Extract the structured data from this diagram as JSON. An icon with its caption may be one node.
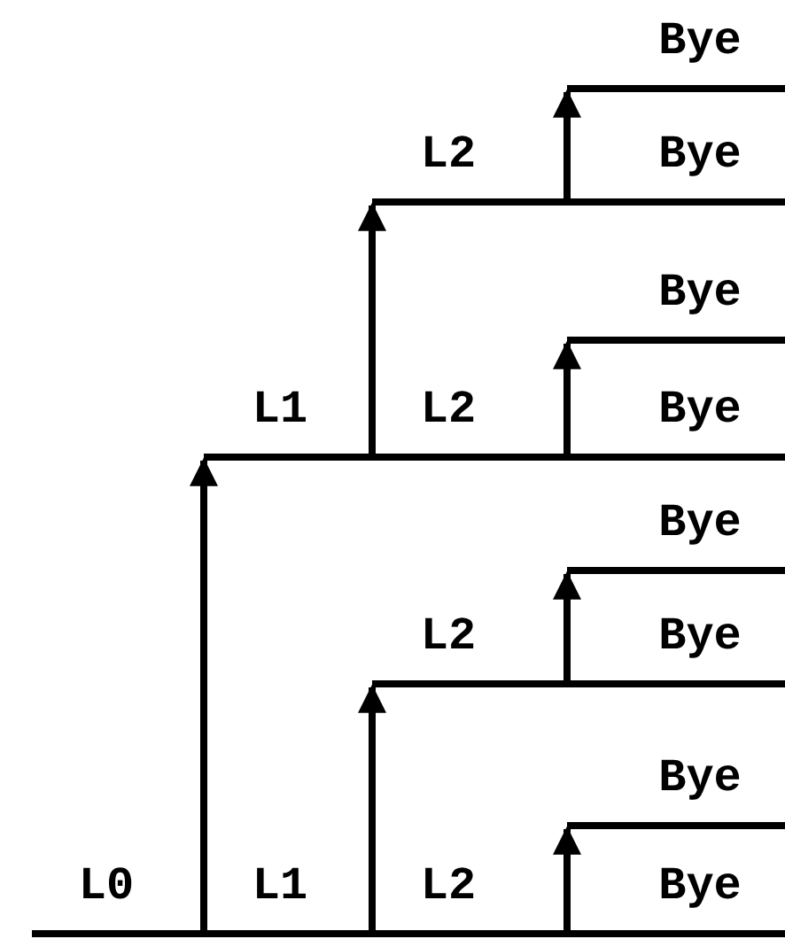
{
  "diagram": {
    "nodes": [
      {
        "text": [
          "Bye"
        ]
      },
      {
        "text": [
          "L2",
          "Bye"
        ]
      },
      {
        "text": [
          "Bye"
        ]
      },
      {
        "text": [
          "L1",
          "L2",
          "Bye"
        ]
      },
      {
        "text": [
          "Bye"
        ]
      },
      {
        "text": [
          "L2",
          "Bye"
        ]
      },
      {
        "text": [
          "Bye"
        ]
      },
      {
        "text": [
          "L0",
          "L1",
          "L2",
          "Bye"
        ]
      }
    ],
    "edges": [
      {
        "from": 7,
        "to": 3,
        "arrow": "to"
      },
      {
        "from": 3,
        "to": 1,
        "arrow": "to"
      },
      {
        "from": 1,
        "to": 0,
        "arrow": "to"
      },
      {
        "from": 3,
        "to": 2,
        "arrow": "to"
      },
      {
        "from": 7,
        "to": 5,
        "arrow": "to"
      },
      {
        "from": 5,
        "to": 4,
        "arrow": "to"
      },
      {
        "from": 7,
        "to": 6,
        "arrow": "to"
      }
    ]
  }
}
